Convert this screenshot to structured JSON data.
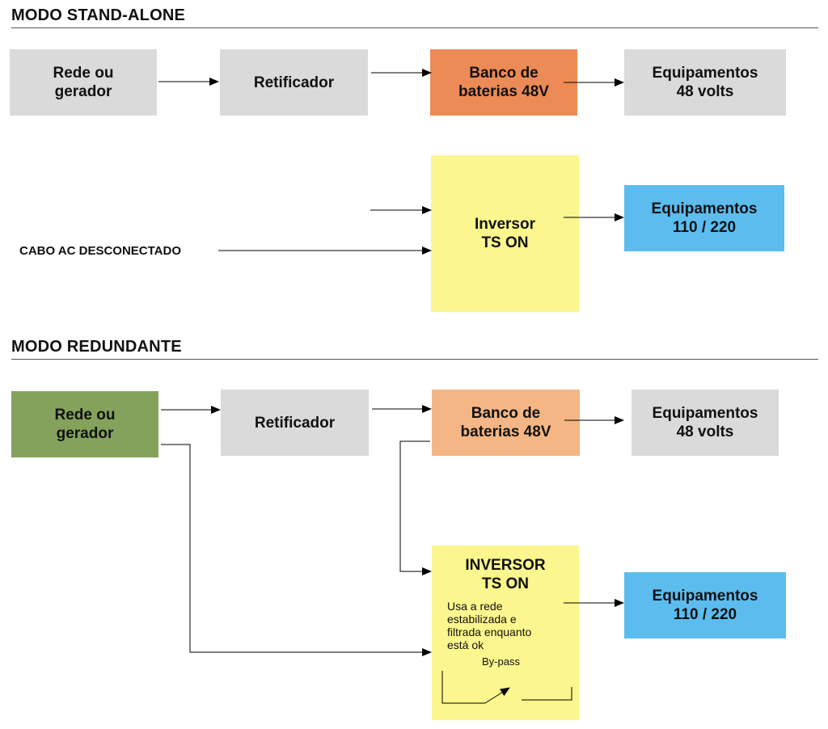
{
  "standalone": {
    "title": "MODO STAND-ALONE",
    "rede": "Rede ou\ngerador",
    "retificador": "Retificador",
    "banco": "Banco de\nbaterias 48V",
    "equip48": "Equipamentos\n48 volts",
    "inversor": "Inversor\nTS ON",
    "equip110": "Equipamentos\n110 / 220",
    "cabo": "CABO AC DESCONECTADO"
  },
  "redundante": {
    "title": "MODO REDUNDANTE",
    "rede": "Rede ou\ngerador",
    "retificador": "Retificador",
    "banco": "Banco de\nbaterias 48V",
    "equip48": "Equipamentos\n48 volts",
    "inversor_title": "INVERSOR\nTS ON",
    "inversor_note": "Usa a rede\nestabilizada e\nfiltrada enquanto\nestá ok",
    "bypass": "By-pass",
    "equip110": "Equipamentos\n110 / 220"
  },
  "colors": {
    "gray": "#d9dad9",
    "orange": "#ec8b55",
    "light_orange": "#f4b684",
    "yellow": "#fbf68d",
    "blue": "#5cbcee",
    "green": "#85a25c"
  }
}
